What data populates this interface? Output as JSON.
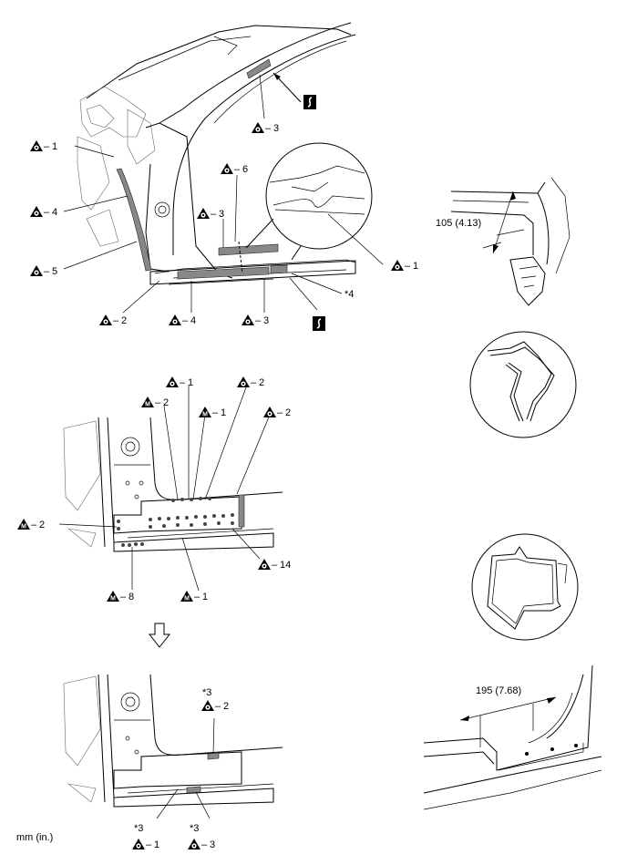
{
  "callouts": {
    "top_roof_3": "3",
    "top_1": "1",
    "top_4": "4",
    "top_5": "5",
    "top_6": "6",
    "top_3_mid": "3",
    "top_1_right": "1",
    "top_star4": "*4",
    "top_2": "2",
    "top_4_bottom": "4",
    "top_3_bottom": "3",
    "mid_o1": "1",
    "mid_m2_top": "2",
    "mid_o2_a": "2",
    "mid_m1_top": "1",
    "mid_o2_b": "2",
    "mid_m2_left": "2",
    "mid_o14": "14",
    "mid_m8": "8",
    "mid_m1_bottom": "1",
    "bot_star3_a": "*3",
    "bot_o2": "2",
    "bot_star3_b": "*3",
    "bot_star3_c": "*3",
    "bot_o1": "1",
    "bot_o3": "3"
  },
  "dimensions": {
    "dim_top": "105 (4.13)",
    "dim_bottom": "195 (7.68)"
  },
  "unit_note": "mm (in.)",
  "symbols": {
    "spot_weld": "o-triangle-icon",
    "mig_weld": "m-triangle-icon",
    "sectioning": "s-box-icon",
    "flow": "down-arrow-icon"
  }
}
